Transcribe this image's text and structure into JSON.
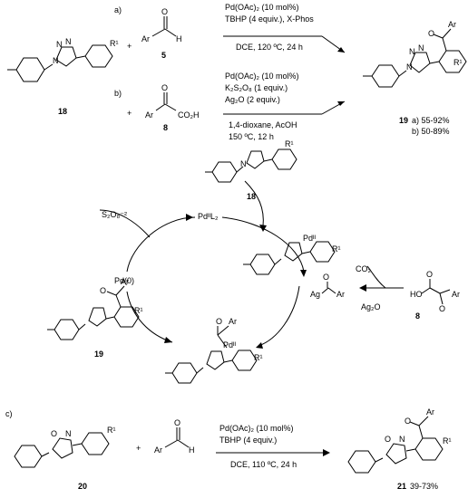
{
  "scheme": {
    "reaction_a": {
      "label": "a)",
      "reagent_ar": "Ar",
      "reagent_h": "H",
      "reagent_o": "O",
      "reagent_number": "5",
      "conditions": [
        "Pd(OAc)₂ (10 mol%)",
        "TBHP (4 equiv.), X-Phos"
      ],
      "conditions_below": "DCE, 120 ºC, 24 h"
    },
    "reaction_b": {
      "label": "b)",
      "reagent_ar": "Ar",
      "reagent_acid": "CO₂H",
      "reagent_o": "O",
      "reagent_number": "8",
      "conditions": [
        "Pd(OAc)₂ (10 mol%)",
        "K₂S₂O₈ (1 equiv.)",
        "Ag₂O (2 equiv.)"
      ],
      "conditions_below": [
        "1,4-dioxane, AcOH",
        "150 ºC, 12 h"
      ]
    },
    "starting_material": {
      "number": "18",
      "substituent": "R¹"
    },
    "product_19": {
      "number": "19",
      "yields": [
        "a) 55-92%",
        "b) 50-89%"
      ],
      "ar": "Ar",
      "o": "O",
      "substituent": "R¹"
    },
    "cycle": {
      "pd_l2": "PdᴵᴵL₂",
      "pd0": "Pd(0)",
      "s2o8": "S₂O₈⁻²",
      "sm_number": "18",
      "co2": "CO₂",
      "ag2o": "Ag₂O",
      "ag_acyl_ag": "Ag",
      "ag_acyl_ar": "Ar",
      "ag_acyl_o": "O",
      "acid_ho": "HO",
      "acid_ar": "Ar",
      "acid_number": "8",
      "pd2": "Pdᴵᴵ",
      "product_number": "19",
      "r1": "R¹",
      "ar": "Ar",
      "o": "O"
    },
    "reaction_c": {
      "label": "c)",
      "reagent_ar": "Ar",
      "reagent_h": "H",
      "reagent_o": "O",
      "conditions": [
        "Pd(OAc)₂ (10 mol%)",
        "TBHP (4 equiv.)"
      ],
      "conditions_below": "DCE, 110 ºC, 24 h",
      "sm_number": "20",
      "product_number": "21",
      "product_yield": "39-73%",
      "substituent": "R¹",
      "ar": "Ar",
      "o": "O",
      "n": "N"
    },
    "atoms": {
      "n": "N",
      "plus": "+"
    }
  }
}
